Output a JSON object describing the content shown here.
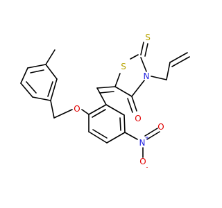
{
  "molecule": {
    "atom_labels": {
      "thiazolidine_s": "S",
      "thioxo_s": "S",
      "ring_n": "N",
      "carbonyl_o": "O",
      "ether_o": "O",
      "nitro_n": "N",
      "nitro_o_top": "O",
      "nitro_o_bottom": "O",
      "nitro_n_charge": "+",
      "nitro_o_charge": "-"
    },
    "colors": {
      "bond": "#000000",
      "sulfur": "#b8a400",
      "nitrogen": "#2020e0",
      "oxygen": "#e00000"
    }
  }
}
